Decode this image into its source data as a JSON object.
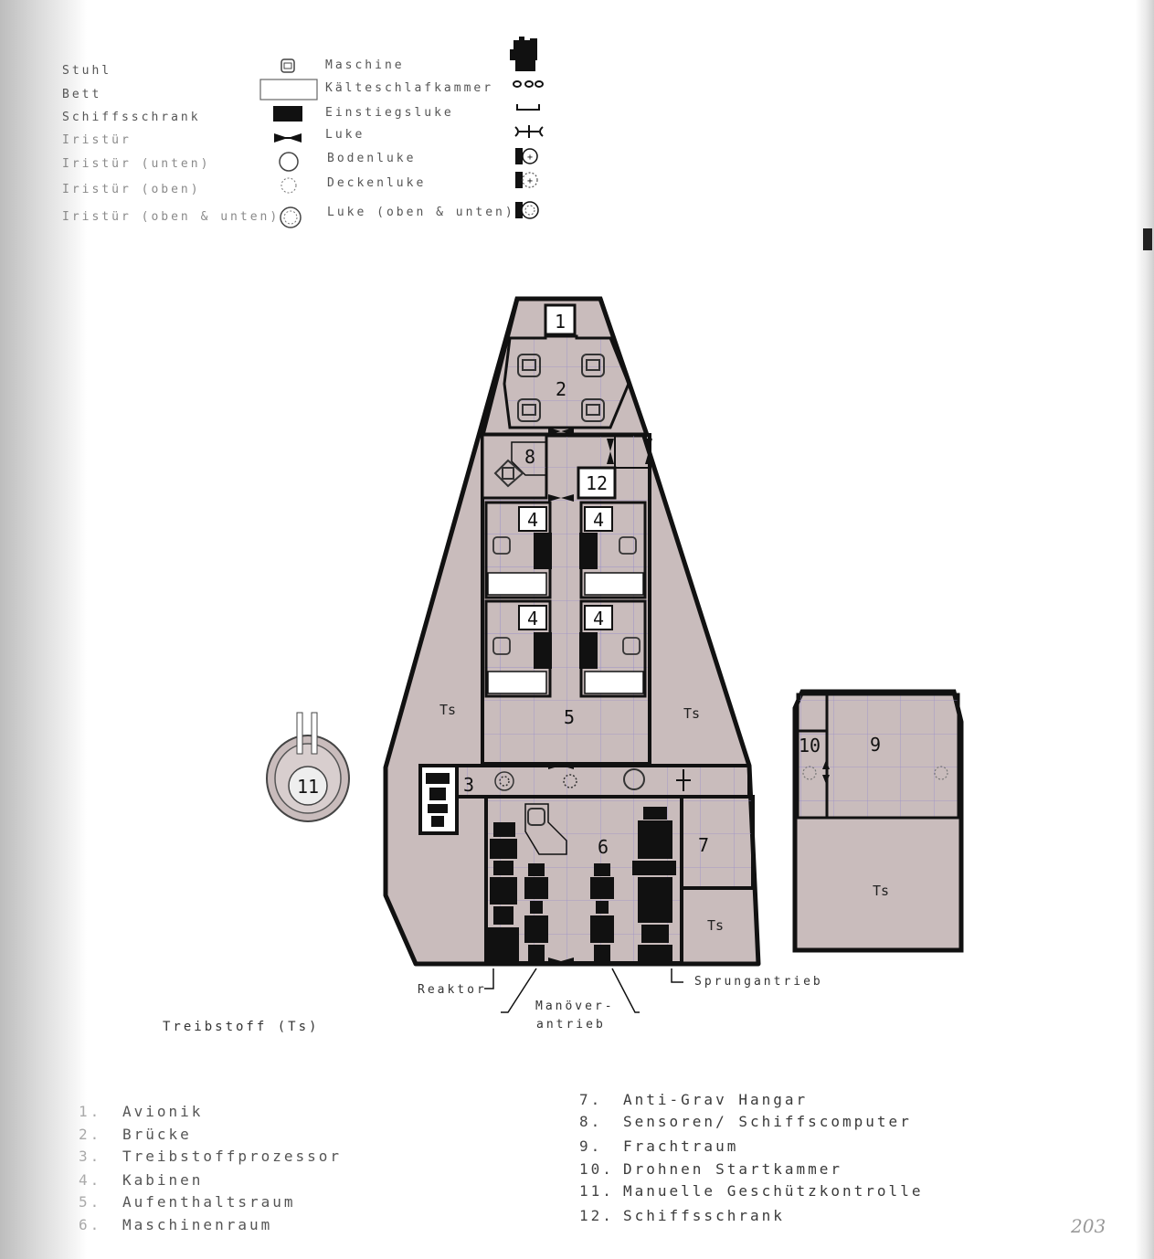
{
  "legend": {
    "left": [
      {
        "label": "Stuhl",
        "icon": "chair-icon"
      },
      {
        "label": "Bett",
        "icon": "bed-icon"
      },
      {
        "label": "Schiffsschrank",
        "icon": "locker-icon"
      },
      {
        "label": "Iristür",
        "icon": "iris-door-icon"
      },
      {
        "label": "Iristür (unten)",
        "icon": "iris-door-down-icon"
      },
      {
        "label": "Iristür (oben)",
        "icon": "iris-door-up-icon"
      },
      {
        "label": "Iristür (oben & unten)",
        "icon": "iris-door-both-icon"
      }
    ],
    "right": [
      {
        "label": "Maschine",
        "icon": "machine-icon"
      },
      {
        "label": "Kälteschlafkammer",
        "icon": "cryo-berth-icon"
      },
      {
        "label": "Einstiegsluke",
        "icon": "boarding-hatch-icon"
      },
      {
        "label": "Luke",
        "icon": "hatch-icon"
      },
      {
        "label": "Bodenluke",
        "icon": "floor-hatch-icon"
      },
      {
        "label": "Deckenluke",
        "icon": "ceiling-hatch-icon"
      },
      {
        "label": "Luke (oben & unten)",
        "icon": "hatch-both-icon"
      }
    ]
  },
  "rooms": {
    "r1": "1",
    "r2": "2",
    "r3": "3",
    "r4a": "4",
    "r4b": "4",
    "r4c": "4",
    "r4d": "4",
    "r5": "5",
    "r6": "6",
    "r7": "7",
    "r8": "8",
    "r9": "9",
    "r10": "10",
    "r11": "11",
    "r12": "12",
    "ts_left": "Ts",
    "ts_right": "Ts",
    "ts_small": "Ts",
    "ts_cargo": "Ts"
  },
  "callouts": {
    "reaktor": "Reaktor",
    "manoever_1": "Manöver-",
    "manoever_2": "antrieb",
    "sprung": "Sprungantrieb",
    "fuel_note": "Treibstoff (Ts)"
  },
  "key_list": {
    "left": [
      {
        "num": "1.",
        "text": "Avionik"
      },
      {
        "num": "2.",
        "text": "Brücke"
      },
      {
        "num": "3.",
        "text": "Treibstoffprozessor"
      },
      {
        "num": "4.",
        "text": "Kabinen"
      },
      {
        "num": "5.",
        "text": "Aufenthaltsraum"
      },
      {
        "num": "6.",
        "text": "Maschinenraum"
      }
    ],
    "right": [
      {
        "num": "7.",
        "text": "Anti-Grav Hangar"
      },
      {
        "num": "8.",
        "text": "Sensoren/ Schiffscomputer"
      },
      {
        "num": "9.",
        "text": "Frachtraum"
      },
      {
        "num": "10.",
        "text": "Drohnen Startkammer"
      },
      {
        "num": "11.",
        "text": "Manuelle Geschützkontrolle"
      },
      {
        "num": "12.",
        "text": "Schiffsschrank"
      }
    ]
  },
  "page_number": "203",
  "colors": {
    "hull": "#c9bcbc",
    "wall": "#111111",
    "grid": "#9a8fc9",
    "floor": "#ffffff"
  }
}
